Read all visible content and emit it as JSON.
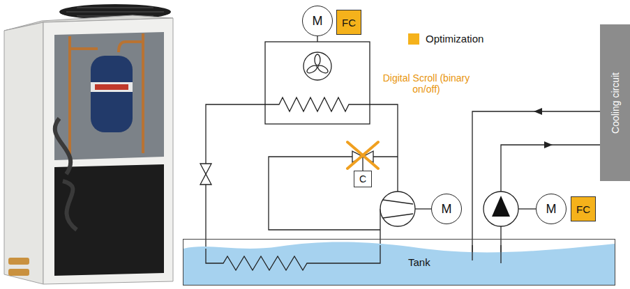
{
  "diagram": {
    "nodes": [
      {
        "text": [
          "M"
        ]
      },
      {
        "text": [
          "FC"
        ]
      },
      {
        "text": [
          "C"
        ]
      },
      {
        "text": [
          "M"
        ]
      },
      {
        "text": [
          "M"
        ]
      },
      {
        "text": [
          "FC"
        ]
      },
      {
        "text": [
          "Tank"
        ]
      },
      {
        "text": [
          "Cooling circuit"
        ]
      }
    ],
    "edges": [
      {
        "from": 7,
        "to": 6,
        "arrow": "to"
      },
      {
        "from": 6,
        "to": 7,
        "arrow": "to"
      }
    ],
    "labels": [
      "Digital Scroll (binary on/off)"
    ],
    "legend": [
      {
        "text": "Optimization",
        "color": "#f5b21b"
      }
    ]
  }
}
